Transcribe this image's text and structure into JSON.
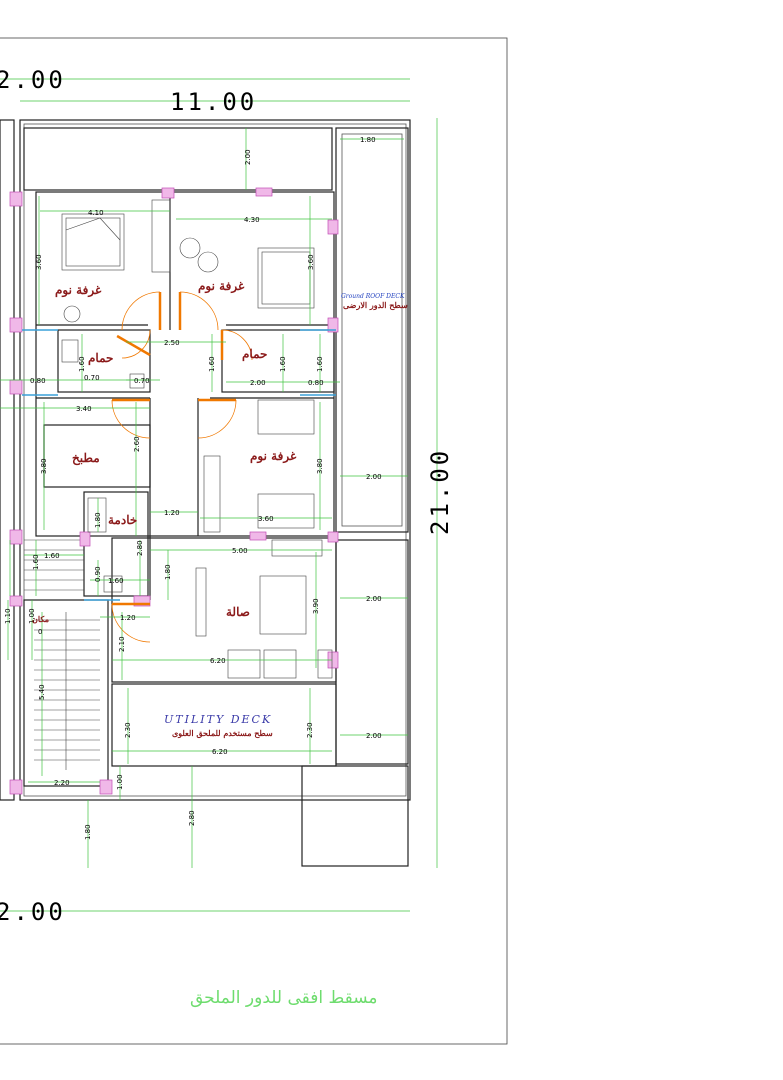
{
  "dimensions": {
    "top_overall": "2.00",
    "top_width": "11.00",
    "right_height": "21.00",
    "bottom_overall": "2.00"
  },
  "small_dims": {
    "d410": "4.10",
    "d430": "4.30",
    "d200a": "2.00",
    "d180": "1.80",
    "d360a": "3.60",
    "d360b": "3.60",
    "d250": "2.50",
    "d160a": "1.60",
    "d160b": "1.60",
    "d160c": "1.60",
    "d160d": "1.60",
    "d070a": "0.70",
    "d070b": "0.70",
    "d200b": "2.00",
    "d080a": "0.80",
    "d080b": "0.80",
    "d340": "3.40",
    "d380a": "3.80",
    "d380b": "3.80",
    "d260": "2.60",
    "d200c": "2.00",
    "d120a": "1.20",
    "d360c": "3.60",
    "d180b": "1.80",
    "d280a": "2.80",
    "d160e": "1.60",
    "d090": "0.90",
    "d160f": "1.60",
    "d500": "5.00",
    "d180c": "1.80",
    "d390": "3.90",
    "d200d": "2.00",
    "d120b": "1.20",
    "d210": "2.10",
    "d620a": "6.20",
    "d230a": "2.30",
    "d230b": "2.30",
    "d200e": "2.00",
    "d620b": "6.20",
    "d100": "1.00",
    "d220": "2.20",
    "d540": "5.40",
    "d110": "1.10",
    "d100b": "1.00",
    "d280b": "2.80",
    "d180d": "1.80",
    "d160g": "1.60",
    "d000": "0"
  },
  "rooms": {
    "bedroom_1": "غرفة نوم",
    "bedroom_2": "غرفة نوم",
    "bedroom_3": "غرفة نوم",
    "bath_1": "حمام",
    "bath_2": "حمام",
    "kitchen": "مطبخ",
    "maid": "خادمة",
    "hall": "صالة",
    "stair": "مكان"
  },
  "labels": {
    "ground_roof_deck": "Ground ROOF DECK",
    "ground_roof_deck_ar": "سطح الدور الارضى",
    "utility_deck": "UTILITY DECK",
    "utility_deck_ar": "سطح مستخدم للملحق العلوى"
  },
  "caption": "مسقط افقى للدور الملحق",
  "colors": {
    "dimension_line": "#3fc43f",
    "room_text": "#8b1a1a",
    "door": "#f07800",
    "hatch": "#f0b8e8",
    "caption": "#6edc6e"
  }
}
